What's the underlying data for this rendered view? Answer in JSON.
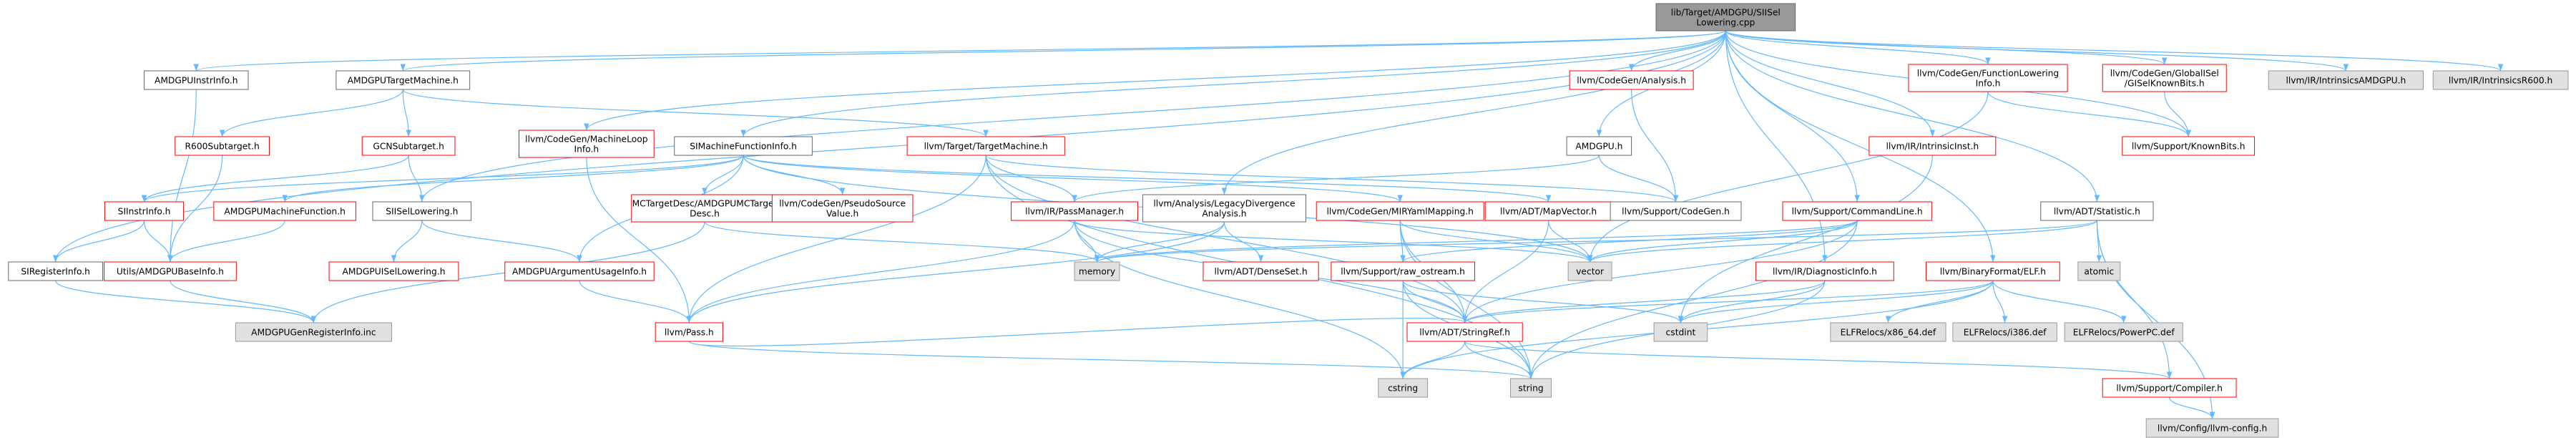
{
  "root": {
    "id": "root",
    "lines": [
      "lib/Target/AMDGPU/SIISel",
      "Lowering.cpp"
    ],
    "kind": "root"
  },
  "colors": {
    "edge": "#63b8ff",
    "edge_dark": "#404040",
    "red_border": "#ff0000",
    "gray_fill": "#e0e0e0",
    "root_fill": "#999999"
  },
  "nodes": [
    {
      "id": "amdgpuinstrinfo",
      "lines": [
        "AMDGPUInstrInfo.h"
      ],
      "kind": "default"
    },
    {
      "id": "amdgputargetmachine",
      "lines": [
        "AMDGPUTargetMachine.h"
      ],
      "kind": "default"
    },
    {
      "id": "r600subtarget",
      "lines": [
        "R600Subtarget.h"
      ],
      "kind": "red"
    },
    {
      "id": "gcnsubtarget",
      "lines": [
        "GCNSubtarget.h"
      ],
      "kind": "red"
    },
    {
      "id": "machinelooinfo",
      "lines": [
        "llvm/CodeGen/MachineLoop",
        "Info.h"
      ],
      "kind": "red"
    },
    {
      "id": "simachinefunctioninfo",
      "lines": [
        "SIMachineFunctionInfo.h"
      ],
      "kind": "default"
    },
    {
      "id": "targetmachine",
      "lines": [
        "llvm/Target/TargetMachine.h"
      ],
      "kind": "red"
    },
    {
      "id": "codegenanalysis",
      "lines": [
        "llvm/CodeGen/Analysis.h"
      ],
      "kind": "red"
    },
    {
      "id": "amdgpuh",
      "lines": [
        "AMDGPU.h"
      ],
      "kind": "default"
    },
    {
      "id": "functionlowering",
      "lines": [
        "llvm/CodeGen/FunctionLowering",
        "Info.h"
      ],
      "kind": "red"
    },
    {
      "id": "globalisel",
      "lines": [
        "llvm/CodeGen/GlobalISel",
        "/GISelKnownBits.h"
      ],
      "kind": "red"
    },
    {
      "id": "intrinsicsamdgpu",
      "lines": [
        "llvm/IR/IntrinsicsAMDGPU.h"
      ],
      "kind": "gray"
    },
    {
      "id": "intrinsicsr600",
      "lines": [
        "llvm/IR/IntrinsicsR600.h"
      ],
      "kind": "gray"
    },
    {
      "id": "intrinsicinst",
      "lines": [
        "llvm/IR/IntrinsicInst.h"
      ],
      "kind": "red"
    },
    {
      "id": "knownbits",
      "lines": [
        "llvm/Support/KnownBits.h"
      ],
      "kind": "red"
    },
    {
      "id": "siinstrinfo",
      "lines": [
        "SIInstrInfo.h"
      ],
      "kind": "red"
    },
    {
      "id": "amdgpumachinefunction",
      "lines": [
        "AMDGPUMachineFunction.h"
      ],
      "kind": "red"
    },
    {
      "id": "siisellowering",
      "lines": [
        "SIISelLowering.h"
      ],
      "kind": "default"
    },
    {
      "id": "mctargetdesc",
      "lines": [
        "MCTargetDesc/AMDGPUMCTarget",
        "Desc.h"
      ],
      "kind": "red"
    },
    {
      "id": "pseudosource",
      "lines": [
        "llvm/CodeGen/PseudoSource",
        "Value.h"
      ],
      "kind": "red"
    },
    {
      "id": "passmanager",
      "lines": [
        "llvm/IR/PassManager.h"
      ],
      "kind": "red"
    },
    {
      "id": "legacydivergence",
      "lines": [
        "llvm/Analysis/LegacyDivergence",
        "Analysis.h"
      ],
      "kind": "default"
    },
    {
      "id": "miryamlmapping",
      "lines": [
        "llvm/CodeGen/MIRYamlMapping.h"
      ],
      "kind": "red"
    },
    {
      "id": "mapvector",
      "lines": [
        "llvm/ADT/MapVector.h"
      ],
      "kind": "red"
    },
    {
      "id": "supportcodegen",
      "lines": [
        "llvm/Support/CodeGen.h"
      ],
      "kind": "default"
    },
    {
      "id": "commandline",
      "lines": [
        "llvm/Support/CommandLine.h"
      ],
      "kind": "red"
    },
    {
      "id": "statistic",
      "lines": [
        "llvm/ADT/Statistic.h"
      ],
      "kind": "default"
    },
    {
      "id": "siregisterinfo",
      "lines": [
        "SIRegisterInfo.h"
      ],
      "kind": "default"
    },
    {
      "id": "amdgpubaseinfo",
      "lines": [
        "Utils/AMDGPUBaseInfo.h"
      ],
      "kind": "red"
    },
    {
      "id": "amdgpuisellowering",
      "lines": [
        "AMDGPUISelLowering.h"
      ],
      "kind": "red"
    },
    {
      "id": "argumentusage",
      "lines": [
        "AMDGPUArgumentUsageInfo.h"
      ],
      "kind": "red"
    },
    {
      "id": "memory",
      "lines": [
        "memory"
      ],
      "kind": "gray"
    },
    {
      "id": "denseset",
      "lines": [
        "llvm/ADT/DenseSet.h"
      ],
      "kind": "red"
    },
    {
      "id": "rawostream",
      "lines": [
        "llvm/Support/raw_ostream.h"
      ],
      "kind": "red"
    },
    {
      "id": "vector",
      "lines": [
        "vector"
      ],
      "kind": "gray"
    },
    {
      "id": "diagnosticinfo",
      "lines": [
        "llvm/IR/DiagnosticInfo.h"
      ],
      "kind": "red"
    },
    {
      "id": "binaryelf",
      "lines": [
        "llvm/BinaryFormat/ELF.h"
      ],
      "kind": "red"
    },
    {
      "id": "atomic",
      "lines": [
        "atomic"
      ],
      "kind": "gray"
    },
    {
      "id": "genregisterinfo",
      "lines": [
        "AMDGPUGenRegisterInfo.inc"
      ],
      "kind": "gray"
    },
    {
      "id": "pass",
      "lines": [
        "llvm/Pass.h"
      ],
      "kind": "red"
    },
    {
      "id": "stringref",
      "lines": [
        "llvm/ADT/StringRef.h"
      ],
      "kind": "red"
    },
    {
      "id": "cstdint",
      "lines": [
        "cstdint"
      ],
      "kind": "gray"
    },
    {
      "id": "elfx86",
      "lines": [
        "ELFRelocs/x86_64.def"
      ],
      "kind": "gray"
    },
    {
      "id": "elfi386",
      "lines": [
        "ELFRelocs/i386.def"
      ],
      "kind": "gray"
    },
    {
      "id": "elfppc",
      "lines": [
        "ELFRelocs/PowerPC.def"
      ],
      "kind": "gray"
    },
    {
      "id": "cstring",
      "lines": [
        "cstring"
      ],
      "kind": "gray"
    },
    {
      "id": "string",
      "lines": [
        "string"
      ],
      "kind": "gray"
    },
    {
      "id": "compiler",
      "lines": [
        "llvm/Support/Compiler.h"
      ],
      "kind": "red"
    },
    {
      "id": "llvmconfig",
      "lines": [
        "llvm/Config/llvm-config.h"
      ],
      "kind": "gray"
    }
  ],
  "edges": [
    [
      "root",
      "amdgpuinstrinfo"
    ],
    [
      "root",
      "amdgputargetmachine"
    ],
    [
      "root",
      "siregisterinfo"
    ],
    [
      "root",
      "siisellowering"
    ],
    [
      "root",
      "machinelooinfo"
    ],
    [
      "root",
      "simachinefunctioninfo"
    ],
    [
      "root",
      "legacydivergence"
    ],
    [
      "root",
      "codegenanalysis"
    ],
    [
      "root",
      "amdgpuh"
    ],
    [
      "root",
      "commandline"
    ],
    [
      "root",
      "functionlowering"
    ],
    [
      "root",
      "intrinsicinst"
    ],
    [
      "root",
      "binaryelf"
    ],
    [
      "root",
      "globalisel"
    ],
    [
      "root",
      "knownbits"
    ],
    [
      "root",
      "statistic"
    ],
    [
      "root",
      "intrinsicsamdgpu"
    ],
    [
      "root",
      "intrinsicsr600"
    ],
    [
      "root",
      "diagnosticinfo"
    ],
    [
      "amdgpuinstrinfo",
      "amdgpubaseinfo"
    ],
    [
      "amdgputargetmachine",
      "r600subtarget"
    ],
    [
      "amdgputargetmachine",
      "gcnsubtarget"
    ],
    [
      "amdgputargetmachine",
      "targetmachine"
    ],
    [
      "r600subtarget",
      "amdgpubaseinfo"
    ],
    [
      "gcnsubtarget",
      "siinstrinfo"
    ],
    [
      "gcnsubtarget",
      "siisellowering"
    ],
    [
      "machinelooinfo",
      "pass"
    ],
    [
      "simachinefunctioninfo",
      "siinstrinfo"
    ],
    [
      "simachinefunctioninfo",
      "amdgpumachinefunction"
    ],
    [
      "simachinefunctioninfo",
      "mctargetdesc"
    ],
    [
      "simachinefunctioninfo",
      "pseudosource"
    ],
    [
      "simachinefunctioninfo",
      "miryamlmapping"
    ],
    [
      "simachinefunctioninfo",
      "mapvector"
    ],
    [
      "simachinefunctioninfo",
      "argumentusage"
    ],
    [
      "simachinefunctioninfo",
      "vector"
    ],
    [
      "targetmachine",
      "passmanager"
    ],
    [
      "targetmachine",
      "supportcodegen"
    ],
    [
      "targetmachine",
      "pass"
    ],
    [
      "targetmachine",
      "stringref"
    ],
    [
      "targetmachine",
      "string"
    ],
    [
      "codegenanalysis",
      "supportcodegen"
    ],
    [
      "amdgpuh",
      "passmanager"
    ],
    [
      "amdgpuh",
      "supportcodegen"
    ],
    [
      "functionlowering",
      "knownbits"
    ],
    [
      "functionlowering",
      "vector"
    ],
    [
      "globalisel",
      "knownbits"
    ],
    [
      "intrinsicinst",
      "cstdint"
    ],
    [
      "siinstrinfo",
      "siregisterinfo"
    ],
    [
      "siinstrinfo",
      "amdgpubaseinfo"
    ],
    [
      "amdgpumachinefunction",
      "amdgpubaseinfo"
    ],
    [
      "siisellowering",
      "amdgpuisellowering"
    ],
    [
      "siisellowering",
      "argumentusage"
    ],
    [
      "mctargetdesc",
      "memory"
    ],
    [
      "mctargetdesc",
      "genregisterinfo"
    ],
    [
      "passmanager",
      "memory"
    ],
    [
      "passmanager",
      "pass"
    ],
    [
      "passmanager",
      "stringref"
    ],
    [
      "passmanager",
      "vector"
    ],
    [
      "passmanager",
      "cstring"
    ],
    [
      "legacydivergence",
      "memory"
    ],
    [
      "legacydivergence",
      "denseset"
    ],
    [
      "legacydivergence",
      "pass"
    ],
    [
      "miryamlmapping",
      "stringref"
    ],
    [
      "miryamlmapping",
      "rawostream"
    ],
    [
      "miryamlmapping",
      "vector"
    ],
    [
      "miryamlmapping",
      "string"
    ],
    [
      "mapvector",
      "vector"
    ],
    [
      "mapvector",
      "stringref"
    ],
    [
      "commandline",
      "rawostream"
    ],
    [
      "commandline",
      "stringref"
    ],
    [
      "commandline",
      "memory"
    ],
    [
      "commandline",
      "vector"
    ],
    [
      "commandline",
      "string"
    ],
    [
      "statistic",
      "vector"
    ],
    [
      "statistic",
      "atomic"
    ],
    [
      "statistic",
      "compiler"
    ],
    [
      "statistic",
      "llvmconfig"
    ],
    [
      "statistic",
      "memory"
    ],
    [
      "siregisterinfo",
      "genregisterinfo"
    ],
    [
      "amdgpubaseinfo",
      "genregisterinfo"
    ],
    [
      "argumentusage",
      "pass"
    ],
    [
      "rawostream",
      "stringref"
    ],
    [
      "rawostream",
      "cstdint"
    ],
    [
      "rawostream",
      "string"
    ],
    [
      "rawostream",
      "cstring"
    ],
    [
      "diagnosticinfo",
      "stringref"
    ],
    [
      "diagnosticinfo",
      "cstdint"
    ],
    [
      "diagnosticinfo",
      "string"
    ],
    [
      "binaryelf",
      "stringref"
    ],
    [
      "binaryelf",
      "cstdint"
    ],
    [
      "binaryelf",
      "cstring"
    ],
    [
      "binaryelf",
      "elfx86"
    ],
    [
      "binaryelf",
      "elfi386"
    ],
    [
      "binaryelf",
      "elfppc"
    ],
    [
      "pass",
      "stringref"
    ],
    [
      "pass",
      "string"
    ],
    [
      "stringref",
      "compiler"
    ],
    [
      "stringref",
      "cstring"
    ],
    [
      "stringref",
      "string"
    ],
    [
      "compiler",
      "llvmconfig"
    ]
  ]
}
